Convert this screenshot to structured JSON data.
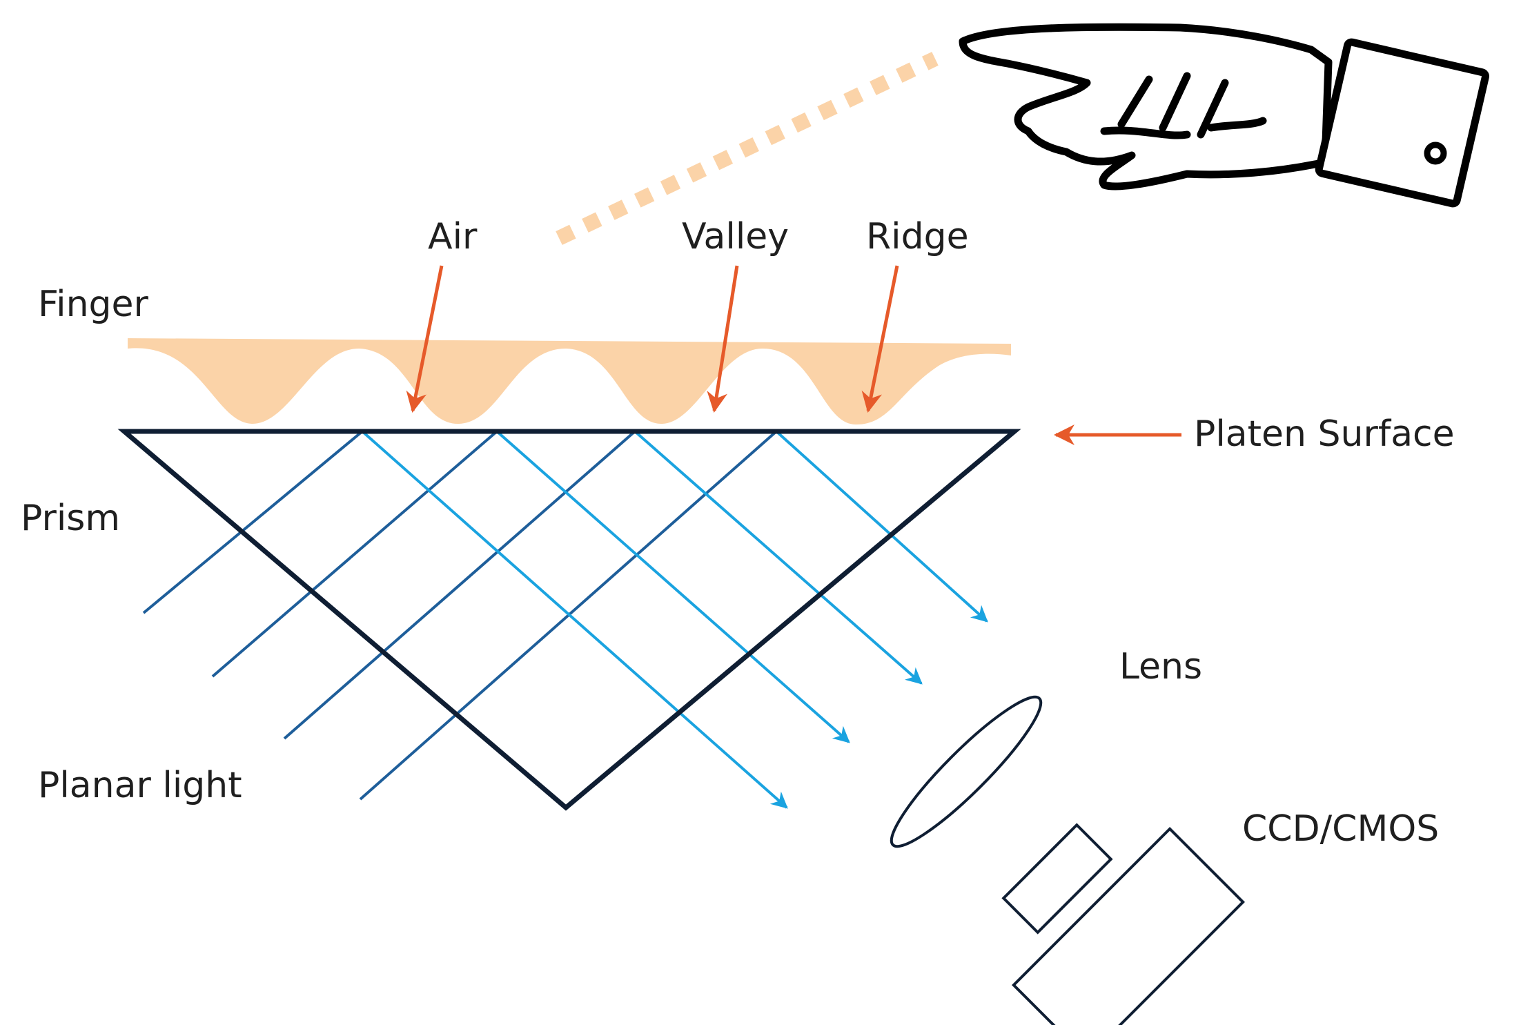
{
  "labels": {
    "finger": "Finger",
    "air": "Air",
    "valley": "Valley",
    "ridge": "Ridge",
    "platen_surface": "Platen Surface",
    "prism": "Prism",
    "planar_light": "Planar light",
    "lens": "Lens",
    "sensor": "CCD/CMOS"
  },
  "colors": {
    "finger_fill": "#fbd3a8",
    "annotation_arrow": "#e65a2a",
    "incident_light": "#1e5e9a",
    "reflected_light": "#1aa3e0",
    "outline": "#0f1e33",
    "hand_outline": "#000000",
    "text": "#1f1f1f"
  },
  "icons": {
    "hand": "pointing-hand-icon",
    "lens": "lens-ellipse-icon",
    "sensor": "camera-sensor-icon"
  }
}
